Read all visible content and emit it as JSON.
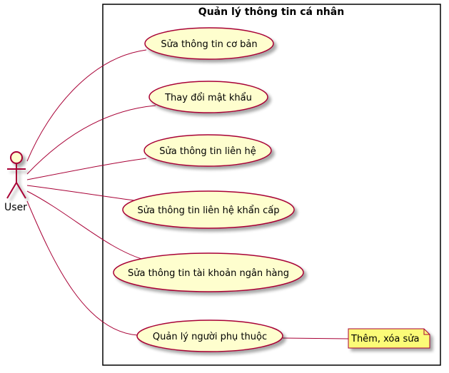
{
  "diagram": {
    "title": "Quản lý thông tin cá nhân",
    "actor": {
      "label": "User"
    },
    "use_cases": [
      {
        "label": "Sửa thông tin cơ bản"
      },
      {
        "label": "Thay đổi mật khẩu"
      },
      {
        "label": "Sửa thông tin liên hệ"
      },
      {
        "label": "Sửa thông tin liên hệ khẩn cấp"
      },
      {
        "label": "Sửa thông tin tài khoản ngân hàng"
      },
      {
        "label": "Quản lý người phụ thuộc"
      }
    ],
    "note": {
      "label": "Thêm, xóa sửa"
    }
  },
  "colors": {
    "use_case_fill": "#FEFECE",
    "border": "#A80036",
    "note_fill": "#FBFB77",
    "frame": "#000000"
  }
}
